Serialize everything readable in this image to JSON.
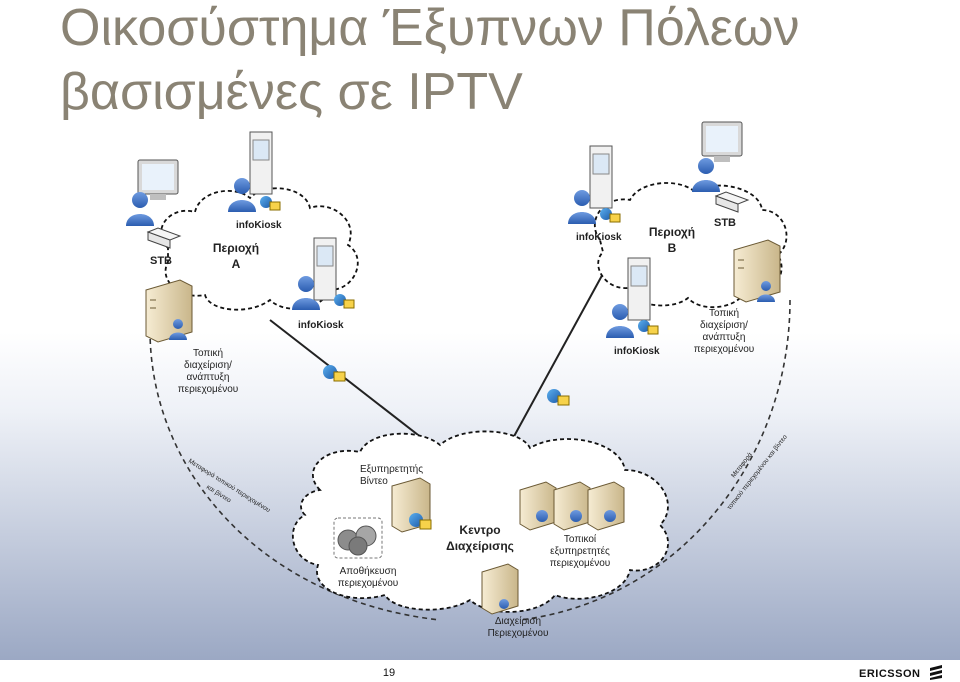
{
  "title": {
    "line1": "Οικοσύστημα Έξυπνων Πόλεων",
    "line2": "βασισμένες σε IPTV"
  },
  "diagram": {
    "area_a": {
      "label_line1": "Περιοχή",
      "label_line2": "Α",
      "stb": "STB",
      "kiosk_top": "infoKiosk",
      "kiosk_bottom": "infoKiosk",
      "local_mgmt": [
        "Τοπική",
        "διαχείριση/",
        "ανάπτυξη",
        "περιεχομένου"
      ]
    },
    "area_b": {
      "label_line1": "Περιοχή",
      "label_line2": "Β",
      "stb": "STB",
      "kiosk_top": "infoKiosk",
      "kiosk_bottom": "infoKiosk",
      "local_mgmt": [
        "Τοπική",
        "διαχείριση/",
        "ανάπτυξη",
        "περιεχομένου"
      ]
    },
    "center": {
      "video_server": [
        "Εξυπηρετητής",
        "Βίντεο"
      ],
      "management_center": [
        "Κεντρο",
        "Διαχείρισης"
      ],
      "local_content_servers": [
        "Τοπικοί",
        "εξυπηρετητές",
        "περιεχομένου"
      ],
      "content_storage": [
        "Αποθήκευση",
        "περιεχομένου"
      ],
      "content_management": [
        "Διαχείριση",
        "Περιεχομένου"
      ]
    },
    "left_arc_label": [
      "Μεταφορά τοπικού περιεχομένου",
      "και βίντεο"
    ],
    "right_arc_label": [
      "Μεταφορά",
      "τοπικού περιεχομένου και βίντεο"
    ]
  },
  "footer": {
    "page_number": "19",
    "brand": "ERICSSON"
  },
  "colors": {
    "title": "#8a8374",
    "background_gradient_bottom": "#9aa7c3"
  }
}
